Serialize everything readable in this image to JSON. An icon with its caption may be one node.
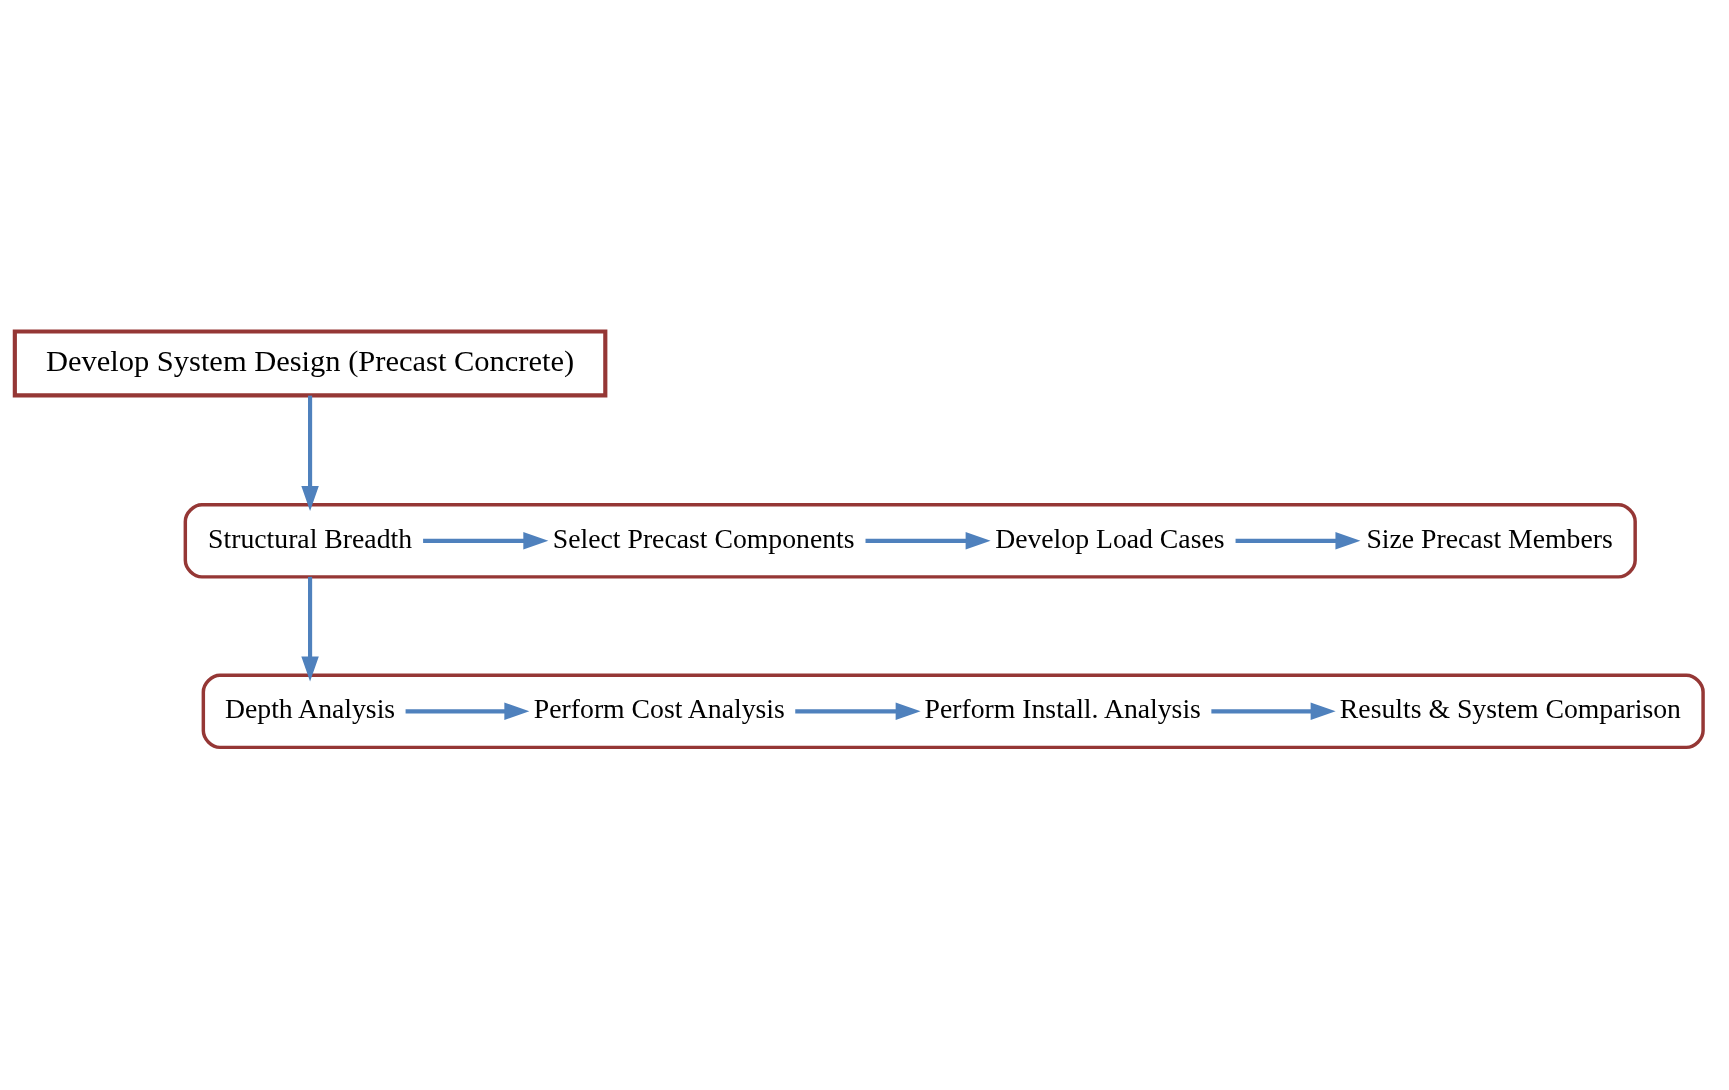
{
  "diagram": {
    "nodes": [
      {
        "text": [
          "Develop System Design (Precast Concrete)"
        ]
      },
      {
        "text": [],
        "shape": "band"
      },
      {
        "text": [
          "Structural Breadth"
        ],
        "in": 1
      },
      {
        "text": [
          "Select Precast Components"
        ],
        "in": 1
      },
      {
        "text": [
          "Develop Load Cases"
        ],
        "in": 1
      },
      {
        "text": [
          "Size Precast Members"
        ],
        "in": 1
      },
      {
        "text": [],
        "shape": "band"
      },
      {
        "text": [
          "Depth Analysis"
        ],
        "in": 6
      },
      {
        "text": [
          "Perform Cost Analysis"
        ],
        "in": 6
      },
      {
        "text": [
          "Perform Install. Analysis"
        ],
        "in": 6
      },
      {
        "text": [
          "Results & System Comparison"
        ],
        "in": 6
      }
    ],
    "edges": [
      {
        "from": 0,
        "to": 1,
        "arrow": "to",
        "color": "#4f81bd"
      },
      {
        "from": 2,
        "to": 3,
        "arrow": "to",
        "color": "#4f81bd"
      },
      {
        "from": 3,
        "to": 4,
        "arrow": "to",
        "color": "#4f81bd"
      },
      {
        "from": 4,
        "to": 5,
        "arrow": "to",
        "color": "#4f81bd"
      },
      {
        "from": 1,
        "to": 6,
        "arrow": "to",
        "color": "#4f81bd"
      },
      {
        "from": 7,
        "to": 8,
        "arrow": "to",
        "color": "#4f81bd"
      },
      {
        "from": 8,
        "to": 9,
        "arrow": "to",
        "color": "#4f81bd"
      },
      {
        "from": 9,
        "to": 10,
        "arrow": "to",
        "color": "#4f81bd"
      }
    ]
  }
}
